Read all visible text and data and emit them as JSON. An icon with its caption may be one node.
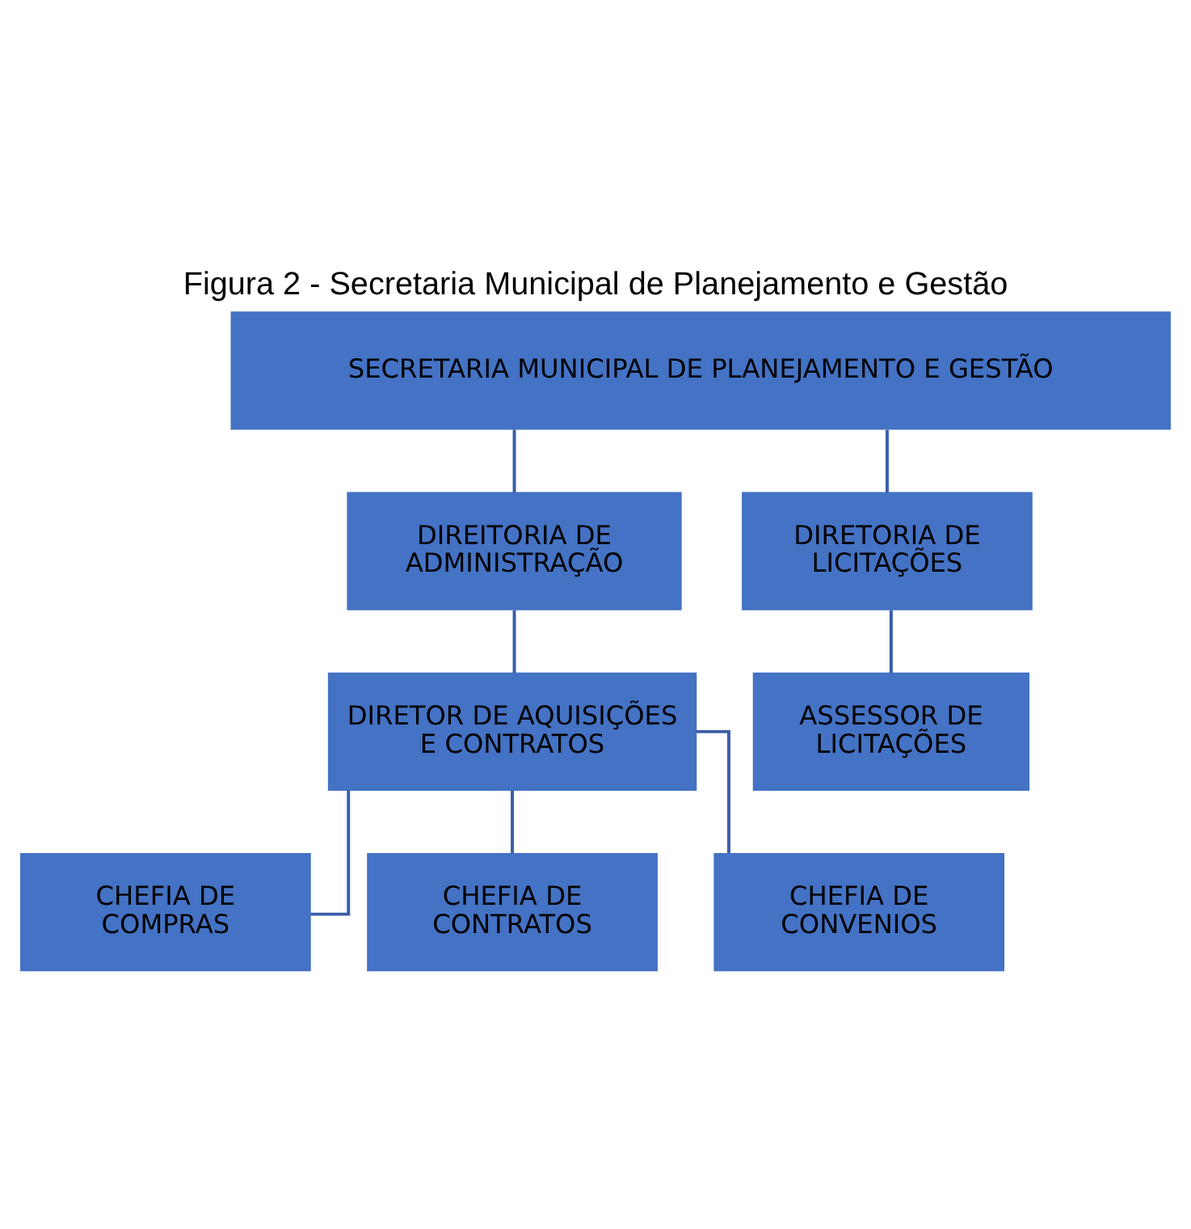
{
  "diagram": {
    "title": "Figura 2 - Secretaria Municipal de Planejamento e Gestão",
    "nodes": [
      {
        "text": [
          "SECRETARIA MUNICIPAL DE PLANEJAMENTO E GESTÃO"
        ]
      },
      {
        "text": [
          "DIREITORIA DE ADMINISTRAÇÃO"
        ]
      },
      {
        "text": [
          "DIRETORIA DE LICITAÇÕES"
        ]
      },
      {
        "text": [
          "DIRETOR DE AQUISIÇÕES E CONTRATOS"
        ]
      },
      {
        "text": [
          "ASSESSOR DE LICITAÇÕES"
        ]
      },
      {
        "text": [
          "CHEFIA DE COMPRAS"
        ]
      },
      {
        "text": [
          "CHEFIA DE CONTRATOS"
        ]
      },
      {
        "text": [
          "CHEFIA DE CONVENIOS"
        ]
      }
    ],
    "edges": [
      {
        "from": 0,
        "to": 1,
        "arrow": "none"
      },
      {
        "from": 0,
        "to": 2,
        "arrow": "none"
      },
      {
        "from": 1,
        "to": 3,
        "arrow": "none"
      },
      {
        "from": 2,
        "to": 4,
        "arrow": "none"
      },
      {
        "from": 3,
        "to": 5,
        "arrow": "none"
      },
      {
        "from": 3,
        "to": 6,
        "arrow": "none"
      },
      {
        "from": 3,
        "to": 7,
        "arrow": "none"
      }
    ]
  }
}
